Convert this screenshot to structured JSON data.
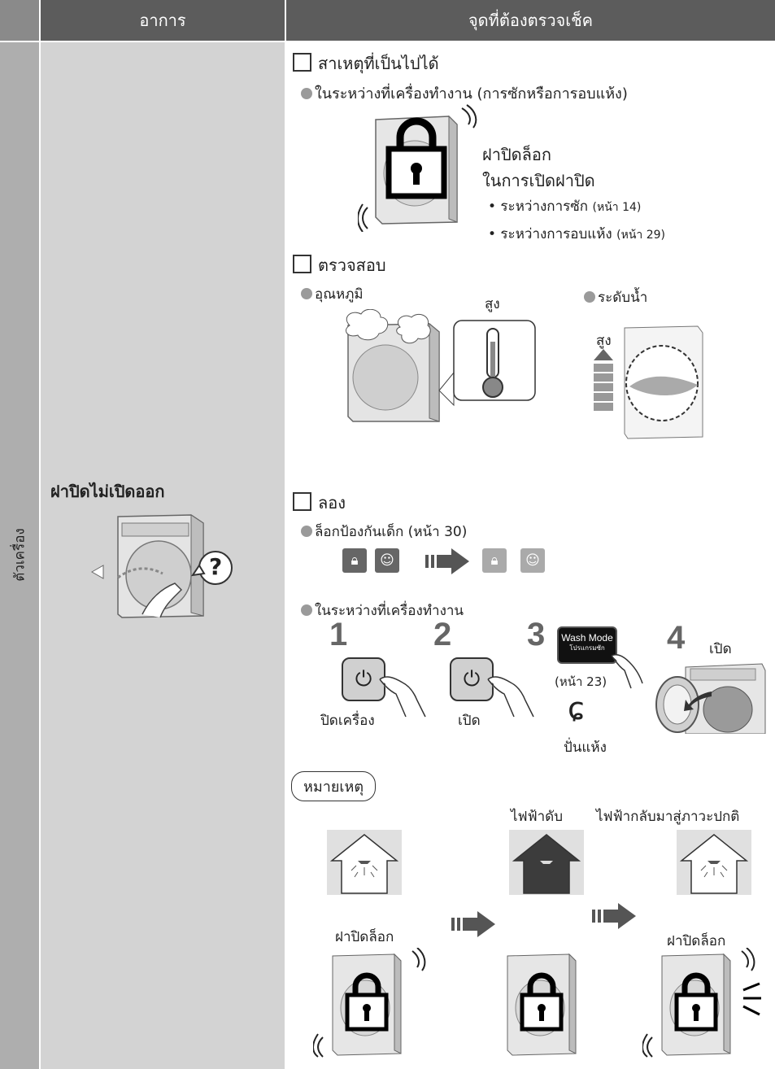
{
  "header": {
    "col_symptom": "อาการ",
    "col_check": "จุดที่ต้องตรวจเช็ค"
  },
  "side_label": "ตัวเครื่อง",
  "symptom": {
    "title": "ฝาปิดไม่เปิดออก",
    "question_mark": "?"
  },
  "cause": {
    "title": "สาเหตุที่เป็นไปได้",
    "during_operation": "ในระหว่างที่เครื่องทำงาน (การซักหรือการอบแห้ง)",
    "lock_line1": "ฝาปิดล็อก",
    "lock_line2": "ในการเปิดฝาปิด",
    "bullet1": "• ระหว่างการซัก",
    "bullet1_ref": "(หน้า 14)",
    "bullet2": "• ระหว่างการอบแห้ง",
    "bullet2_ref": "(หน้า 29)"
  },
  "check": {
    "title": "ตรวจสอบ",
    "temperature": "อุณหภูมิ",
    "temp_high": "สูง",
    "water_level": "ระดับน้ำ",
    "water_high": "สูง"
  },
  "try": {
    "title": "ลอง",
    "child_lock": "ล็อกป้องกันเด็ก (หน้า 30)",
    "during_operation": "ในระหว่างที่เครื่องทำงาน",
    "step1_num": "1",
    "step1_label": "ปิดเครื่อง",
    "step2_num": "2",
    "step2_label": "เปิด",
    "step3_num": "3",
    "step3_ref": "(หน้า 23)",
    "step3_label": "ปั่นแห้ง",
    "step4_num": "4",
    "step4_label": "เปิด",
    "wash_mode_line1": "Wash Mode",
    "wash_mode_line2": "โปรแกรมซัก"
  },
  "note": {
    "title": "หมายเหตุ",
    "power_off": "ไฟฟ้าดับ",
    "power_restored": "ไฟฟ้ากลับมาสู่ภาวะปกติ",
    "locked_left": "ฝาปิดล็อก",
    "locked_right": "ฝาปิดล็อก"
  }
}
